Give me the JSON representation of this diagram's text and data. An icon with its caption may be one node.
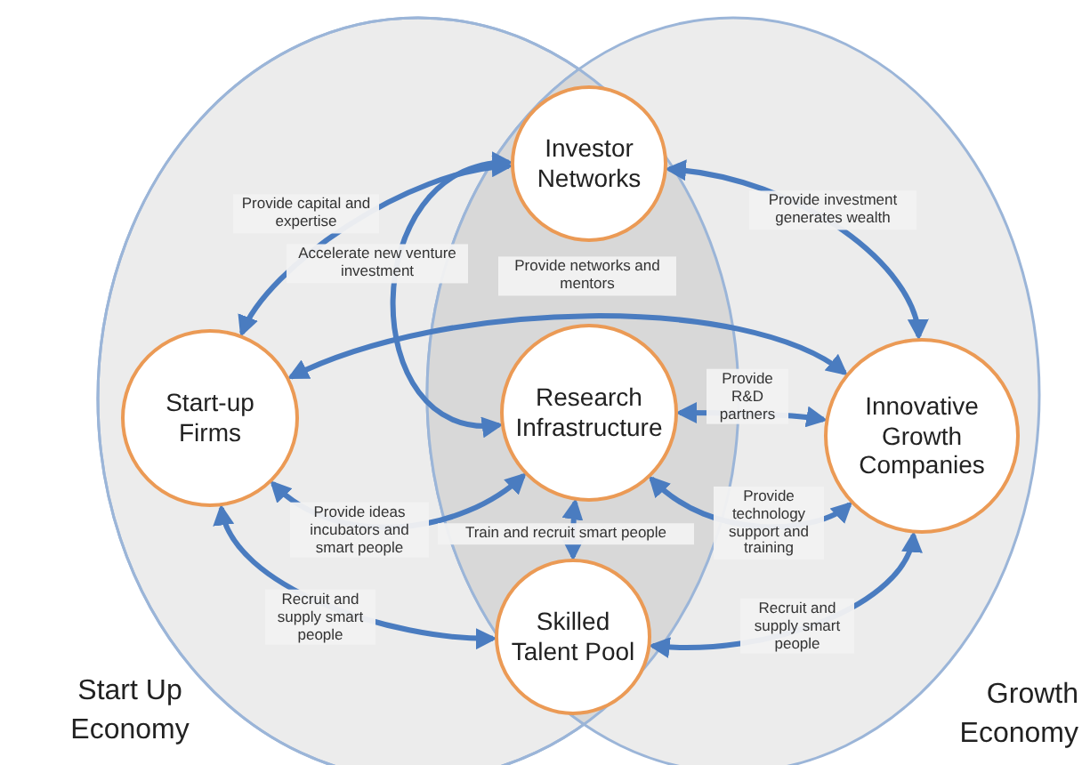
{
  "diagram": {
    "nodes": [
      {
        "text": [
          "Investor Networks"
        ]
      },
      {
        "text": [
          "Start-up Firms"
        ]
      },
      {
        "text": [
          "Research Infrastructure"
        ]
      },
      {
        "text": [
          "Innovative Growth Companies"
        ]
      },
      {
        "text": [
          "Skilled Talent Pool"
        ]
      }
    ],
    "edges": [
      {
        "from": 0,
        "to": 1,
        "arrow": "both",
        "label": "Provide capital and expertise"
      },
      {
        "from": 0,
        "to": 2,
        "arrow": "both",
        "label": "Accelerate new venture investment"
      },
      {
        "from": 0,
        "to": 3,
        "arrow": "both",
        "label": "Provide investment generates wealth"
      },
      {
        "from": 1,
        "to": 3,
        "arrow": "both",
        "label": "Provide networks and mentors"
      },
      {
        "from": 2,
        "to": 3,
        "arrow": "both",
        "label": "Provide R&D partners"
      },
      {
        "from": 1,
        "to": 2,
        "arrow": "both",
        "label": "Provide ideas incubators and smart people"
      },
      {
        "from": 2,
        "to": 4,
        "arrow": "both",
        "label": "Train and recruit smart people"
      },
      {
        "from": 2,
        "to": 3,
        "arrow": "both",
        "label": "Provide technology support and training"
      },
      {
        "from": 1,
        "to": 4,
        "arrow": "both",
        "label": "Recruit and supply smart people"
      },
      {
        "from": 4,
        "to": 3,
        "arrow": "both",
        "label": "Recruit and supply smart people"
      }
    ],
    "labels": [
      "Start Up Economy",
      "Growth Economy"
    ]
  }
}
